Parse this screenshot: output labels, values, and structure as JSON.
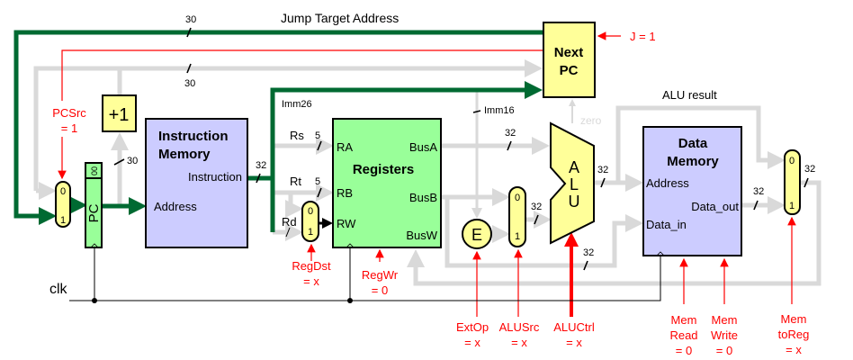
{
  "labels": {
    "jump_target": "Jump Target Address",
    "imm26": "Imm26",
    "imm16": "Imm16",
    "zero": "zero",
    "alu_result": "ALU result",
    "clk": "clk"
  },
  "blocks": {
    "next_pc": [
      "Next",
      "PC"
    ],
    "plus_one": "+1",
    "pc": "PC",
    "pc_low": "00",
    "instruction_memory": {
      "title": [
        "Instruction",
        "Memory"
      ],
      "out": "Instruction",
      "in": "Address"
    },
    "registers": {
      "title": "Registers",
      "ra": "RA",
      "rb": "RB",
      "rw": "RW",
      "busa": "BusA",
      "busb": "BusB",
      "busw": "BusW"
    },
    "extender": "E",
    "alu": [
      "A",
      "L",
      "U"
    ],
    "data_memory": {
      "title": [
        "Data",
        "Memory"
      ],
      "address": "Address",
      "data_out": "Data_out",
      "data_in": "Data_in"
    },
    "mux_inputs": [
      "0",
      "1"
    ]
  },
  "fields": {
    "rs": "Rs",
    "rt": "Rt",
    "rd": "Rd"
  },
  "bus_widths": {
    "jump": "30",
    "pc_plus": "30",
    "inc": "30",
    "instr": "32",
    "rs": "5",
    "rt": "5",
    "busa": "32",
    "alusrc": "32",
    "alu_out": "32",
    "busb_mem": "32",
    "data_out": "32",
    "wb": "32"
  },
  "controls": {
    "j": "J = 1",
    "pcsrc": [
      "PCSrc",
      "= 1"
    ],
    "regdst": [
      "RegDst",
      "= x"
    ],
    "regwr": [
      "RegWr",
      "= 0"
    ],
    "extop": [
      "ExtOp",
      "= x"
    ],
    "alusrc": [
      "ALUSrc",
      "= x"
    ],
    "aluctrl": [
      "ALUCtrl",
      "= x"
    ],
    "memread": [
      "Mem",
      "Read",
      "= 0"
    ],
    "memwrite": [
      "Mem",
      "Write",
      "= 0"
    ],
    "memtoreg": [
      "Mem",
      "toReg",
      "= x"
    ]
  },
  "colors": {
    "active_path": "#006a32",
    "inactive_path": "#d9d9d9",
    "control": "#ff0000",
    "memory": "#ccccff",
    "registers": "#99ff99",
    "logic": "#ffff99"
  }
}
